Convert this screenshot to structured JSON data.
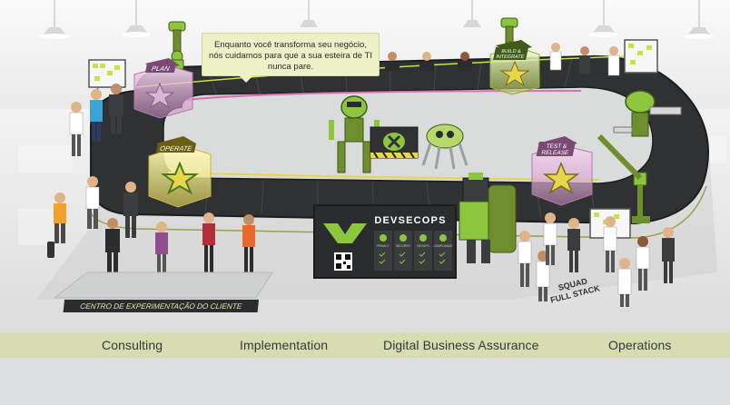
{
  "speech": {
    "text": "Enquanto você transforma seu negócio, nós cuidamos para que a sua esteira de TI nunca pare."
  },
  "stations": {
    "plan": "PLAN",
    "operate": "OPERATE",
    "test_release": "TEST &\nRELEASE",
    "build_integrate": "BUILD &\nINTEGRATE"
  },
  "devsecops": {
    "title": "DEVSECOPS",
    "columns": [
      "PRIVACY",
      "SECURITY",
      "DEVOPS",
      "COMPLIANCE"
    ]
  },
  "labels": {
    "customer_center": "CENTRO DE EXPERIMENTAÇÃO DO CLIENTE",
    "squad": "SQUAD\nFULL STACK"
  },
  "phases": {
    "consulting": "Consulting",
    "implementation": "Implementation",
    "digital_business_assurance": "Digital Business Assurance",
    "operations": "Operations"
  },
  "colors": {
    "accent_green": "#8cc63f",
    "belt_dark": "#2a2c2d",
    "lime_highlight": "#c8e34a",
    "magenta_trim": "#d86fb2",
    "yellow_trim": "#e7d64a",
    "phase_bar": "#d9dbb0"
  }
}
